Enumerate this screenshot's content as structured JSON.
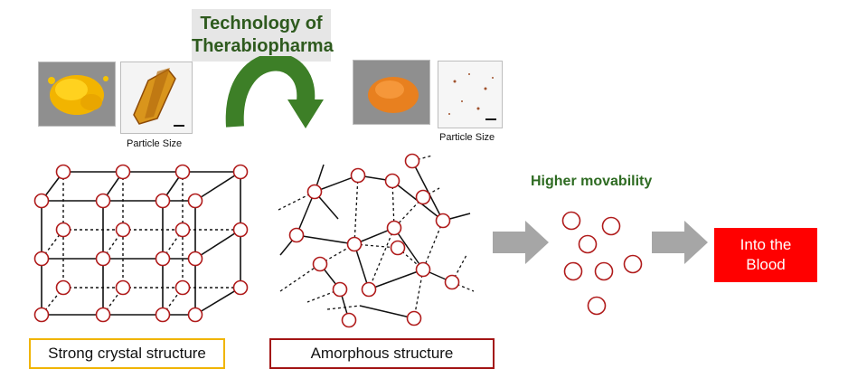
{
  "technology": {
    "line1": "Technology of",
    "line2": "Therabiopharma"
  },
  "before": {
    "particle_caption": "Particle Size"
  },
  "after": {
    "particle_caption": "Particle Size"
  },
  "crystal": {
    "label": "Strong crystal structure"
  },
  "amorphous": {
    "label": "Amorphous structure"
  },
  "movability": {
    "label": "Higher movability"
  },
  "blood": {
    "line1": "Into the",
    "line2": "Blood"
  },
  "colors": {
    "node_stroke": "#b01b1b",
    "tech_text": "#2e5a1e",
    "crystal_border": "#f0b400",
    "amorphous_border": "#a31515",
    "blood_box": "#ff0000",
    "arrow_green": "#3d7f27",
    "arrow_gray": "#a6a6a6"
  }
}
